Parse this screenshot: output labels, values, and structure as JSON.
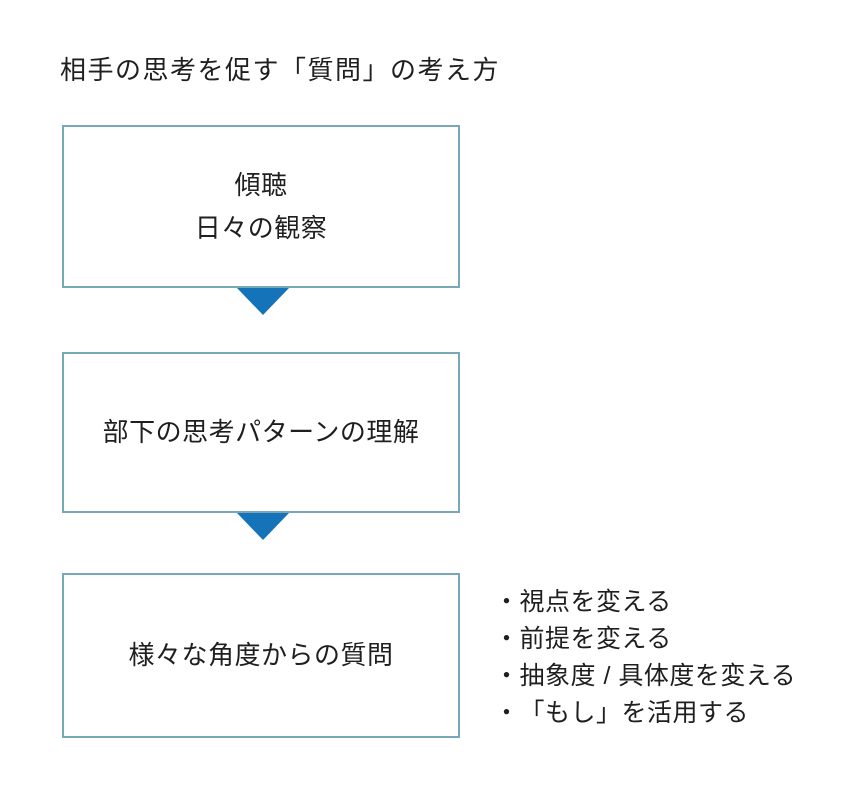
{
  "page": {
    "title": "相手の思考を促す「質問」の考え方"
  },
  "flow": {
    "boxes": [
      {
        "name": "listening-observation",
        "lines": [
          "傾聴",
          "日々の観察"
        ]
      },
      {
        "name": "understanding-thought-patterns",
        "lines": [
          "部下の思考パターンの理解"
        ]
      },
      {
        "name": "questions-from-various-angles",
        "lines": [
          "様々な角度からの質問"
        ]
      }
    ],
    "arrow_count": 2
  },
  "bullets": {
    "marker": "・",
    "items": [
      "視点を変える",
      "前提を変える",
      "抽象度 / 具体度を変える",
      "「もし」を活用する"
    ]
  },
  "colors": {
    "arrow_blue": "#1473b9",
    "box_border": "#79a7ba",
    "text": "#1f1f1f",
    "background": "#ffffff"
  }
}
